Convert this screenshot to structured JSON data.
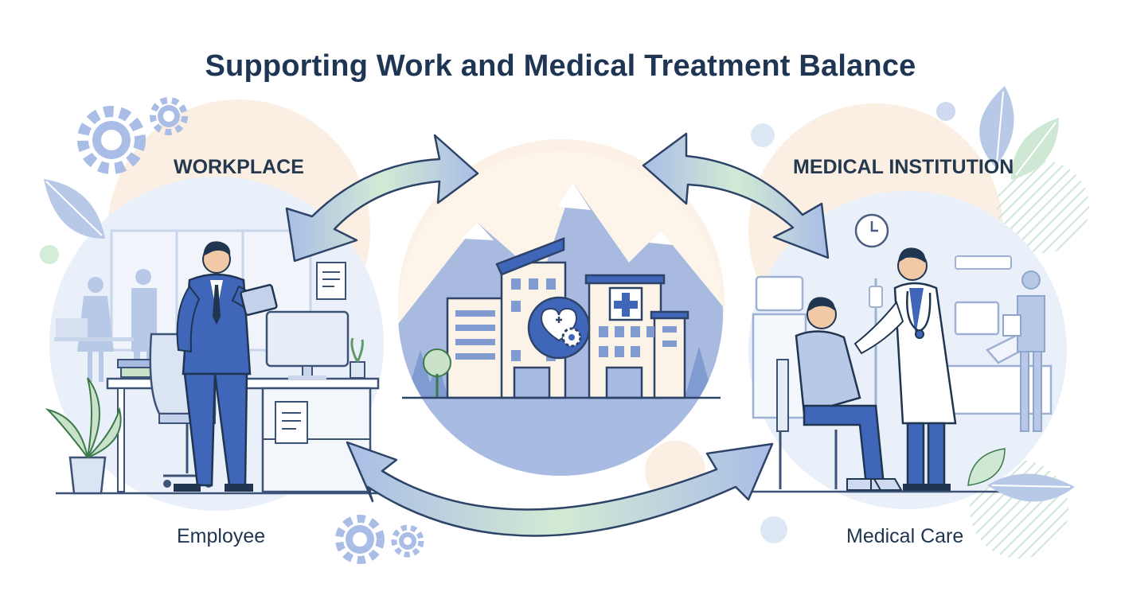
{
  "title": "Supporting Work and Medical Treatment Balance",
  "sections": {
    "workplace": "WORKPLACE",
    "medical_institution": "MEDICAL INSTITUTION"
  },
  "captions": {
    "employee": "Employee",
    "medical_care": "Medical Care"
  },
  "colors": {
    "navy": "#1e3553",
    "blue": "#3f66b8",
    "pale_blue": "#c4d2ec",
    "soft_green": "#cfe8d4",
    "peach": "#fbeee2"
  },
  "icons": [
    "gear-icon",
    "leaf-icon",
    "heart-icon",
    "medical-cross-icon",
    "clock-icon",
    "document-icon",
    "tablet-icon",
    "monitor-icon",
    "stethoscope-icon"
  ]
}
